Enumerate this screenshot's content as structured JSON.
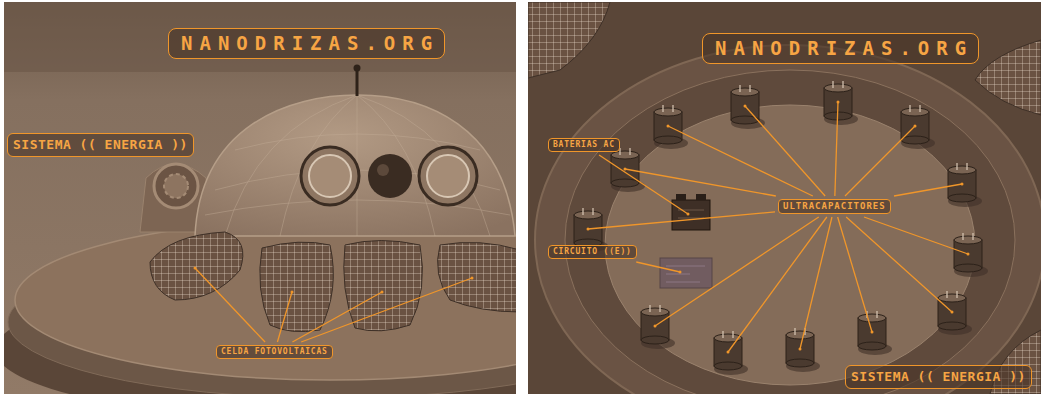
{
  "diagram": {
    "nodes": [
      {
        "text": [
          "NANODRIZAS.ORG"
        ]
      },
      {
        "text": [
          "SISTEMA (( ENERGIA ))"
        ]
      },
      {
        "text": [
          "CELDA FOTOVOLTAICAS"
        ]
      },
      {
        "text": [
          "NANODRIZAS.ORG"
        ]
      },
      {
        "text": [
          "BATERIAS AC"
        ]
      },
      {
        "text": [
          "ULTRACAPACITORES"
        ]
      },
      {
        "text": [
          "CIRCUITO ((E))"
        ]
      },
      {
        "text": [
          "SISTEMA (( ENERGIA ))"
        ]
      }
    ]
  }
}
